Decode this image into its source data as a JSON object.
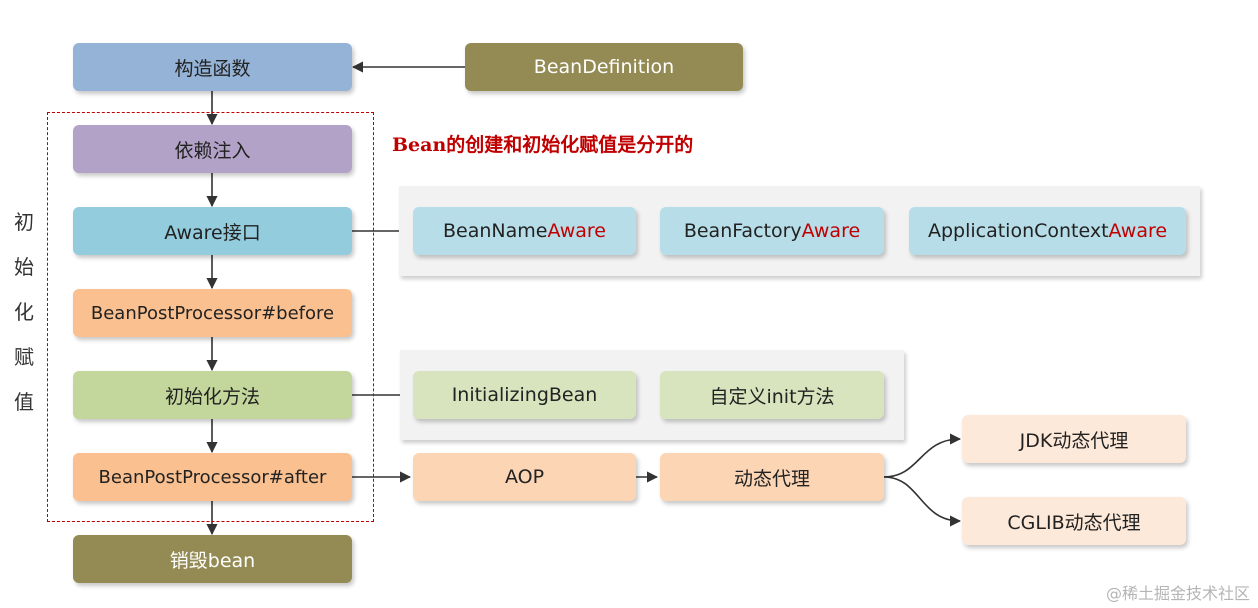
{
  "nodes": {
    "constructor": "构造函数",
    "bean_definition": "BeanDefinition",
    "dependency_injection": "依赖注入",
    "aware_interface": "Aware接口",
    "bpp_before": "BeanPostProcessor#before",
    "init_method": "初始化方法",
    "bpp_after": "BeanPostProcessor#after",
    "destroy_bean": "销毁bean"
  },
  "aware_items": [
    {
      "prefix": "BeanName",
      "suffix": "Aware"
    },
    {
      "prefix": "BeanFactory",
      "suffix": "Aware"
    },
    {
      "prefix": "ApplicationContext",
      "suffix": "Aware"
    }
  ],
  "init_items": [
    "InitializingBean",
    "自定义init方法"
  ],
  "aop": "AOP",
  "dynamic_proxy": "动态代理",
  "jdk_proxy": "JDK动态代理",
  "cglib_proxy": "CGLIB动态代理",
  "note": "Bean的创建和初始化赋值是分开的",
  "side_label": [
    "初",
    "始",
    "化",
    "赋",
    "值"
  ],
  "watermark": "@稀土掘金技术社区",
  "colors": {
    "constructor": "#95b3d7",
    "bean_definition": "#948a54",
    "dependency_injection": "#b3a2c7",
    "aware": "#93cddd",
    "bpp": "#fac090",
    "init": "#c3d69b",
    "destroy": "#948a54",
    "aware_item": "#b7dee8",
    "init_item": "#d7e4bd",
    "aop_item": "#fcd5b5",
    "proxy_item": "#fde9d9",
    "accent": "#c00000"
  }
}
